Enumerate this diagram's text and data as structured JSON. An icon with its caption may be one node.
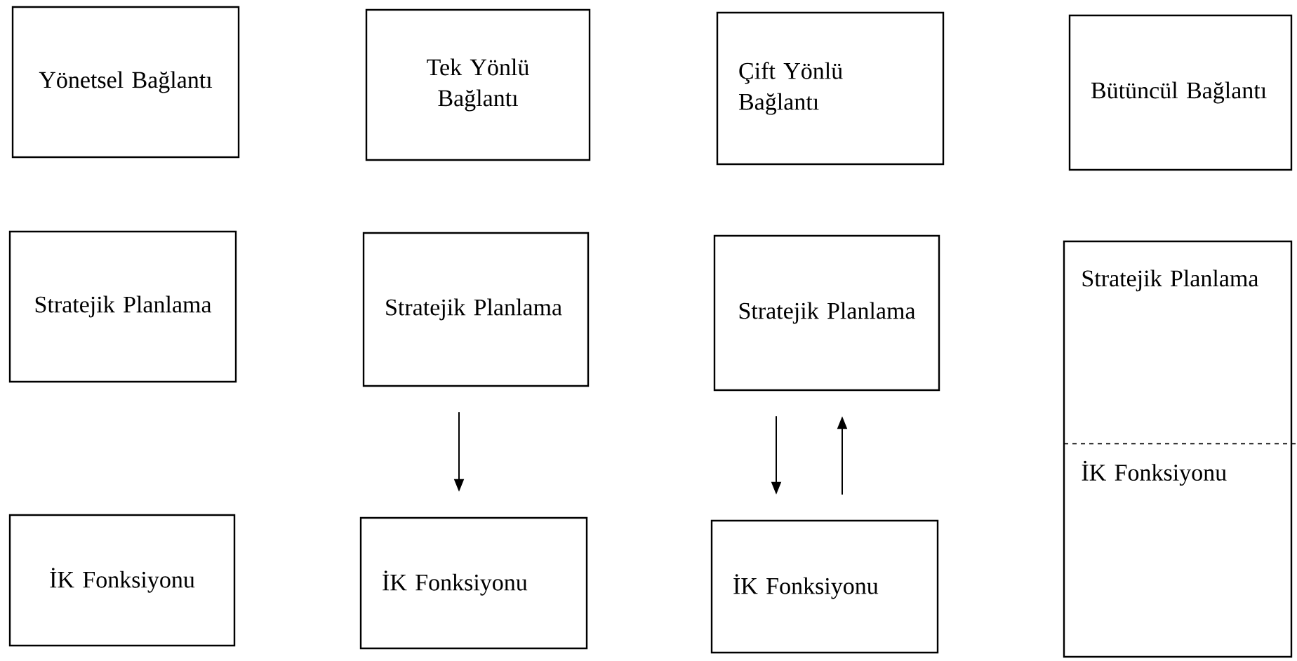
{
  "diagram": {
    "nodes": [
      {
        "text": [
          "Yönetsel Bağlantı"
        ]
      },
      {
        "text": [
          "Tek Yönlü Bağlantı"
        ]
      },
      {
        "text": [
          "Çift Yönlü Bağlantı"
        ]
      },
      {
        "text": [
          "Bütüncül Bağlantı"
        ]
      },
      {
        "text": [
          "Stratejik Planlama"
        ]
      },
      {
        "text": [
          "Stratejik Planlama"
        ]
      },
      {
        "text": [
          "Stratejik Planlama"
        ]
      },
      {
        "text": [
          "Stratejik Planlama",
          "İK Fonksiyonu"
        ]
      },
      {
        "text": [
          "İK Fonksiyonu"
        ]
      },
      {
        "text": [
          "İK Fonksiyonu"
        ]
      },
      {
        "text": [
          "İK Fonksiyonu"
        ]
      }
    ],
    "edges": [
      {
        "from": 5,
        "to": 9,
        "arrow": "to"
      },
      {
        "from": 6,
        "to": 10,
        "arrow": "to"
      },
      {
        "from": 10,
        "to": 6,
        "arrow": "to"
      }
    ]
  }
}
